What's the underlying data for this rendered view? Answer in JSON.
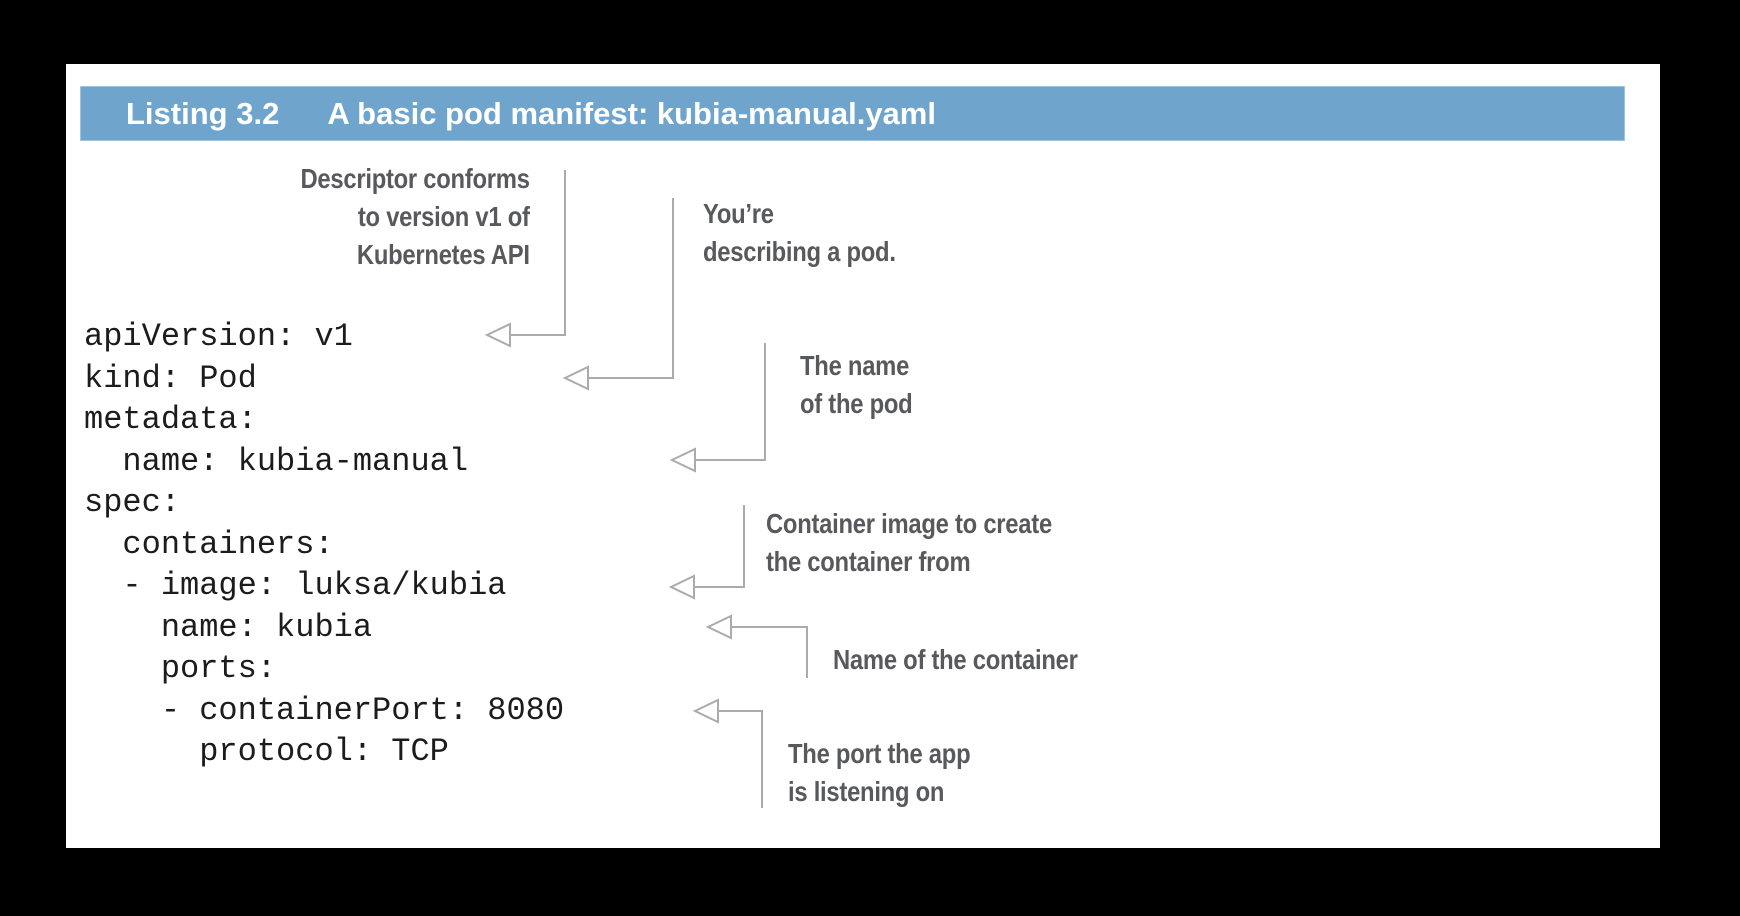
{
  "figure": {
    "label": "Listing 3.2",
    "title": "A basic pod manifest: kubia-manual.yaml"
  },
  "code": {
    "language": "yaml",
    "text": "apiVersion: v1\nkind: Pod\nmetadata:\n  name: kubia-manual\nspec:\n  containers:\n  - image: luksa/kubia\n    name: kubia\n    ports:\n    - containerPort: 8080\n      protocol: TCP"
  },
  "annotations": [
    {
      "target": "apiVersion: v1",
      "align": "right",
      "text": "Descriptor conforms\nto version v1 of\nKubernetes API"
    },
    {
      "target": "kind: Pod",
      "align": "left",
      "text": "You’re\ndescribing a pod."
    },
    {
      "target": "name: kubia-manual",
      "align": "left",
      "text": "The name\nof the pod"
    },
    {
      "target": "image: luksa/kubia",
      "align": "left",
      "text": "Container image to create\nthe container from"
    },
    {
      "target": "name: kubia",
      "align": "left",
      "text": "Name of the container"
    },
    {
      "target": "containerPort: 8080",
      "align": "left",
      "text": "The port the app\nis listening on"
    }
  ],
  "colors": {
    "page_bg": "#000000",
    "panel_bg": "#ffffff",
    "header_bg": "#6fa5cc",
    "header_text": "#ffffff",
    "code_text": "#1c1c1c",
    "annotation_text": "#58595c",
    "connector": "#a9abad"
  }
}
